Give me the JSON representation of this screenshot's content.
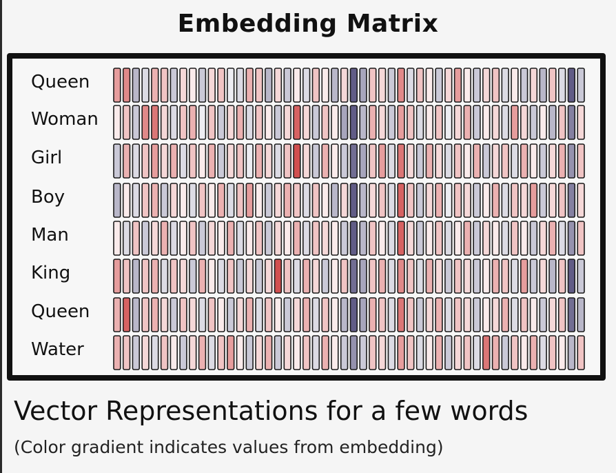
{
  "title": "Embedding Matrix",
  "words": [
    "Queen",
    "Woman",
    "Girl",
    "Boy",
    "Man",
    "King",
    "Queen",
    "Water"
  ],
  "subtitle": "Vector Representations for a few words",
  "caption": "(Color gradient indicates values from embedding)",
  "colors": {
    "negative": "#4f4a78",
    "neutral": "#ffffff",
    "positive": "#cc3b3b",
    "cell_outline": "#1a1a1a",
    "frame": "#111111"
  },
  "matrix": {
    "columns": 50,
    "values": [
      [
        0.5,
        0.6,
        -0.4,
        -0.2,
        0.4,
        0.3,
        -0.3,
        0.2,
        0.1,
        -0.3,
        0.2,
        0.3,
        -0.1,
        -0.2,
        0.4,
        0.3,
        -0.4,
        0.2,
        -0.3,
        0.1,
        -0.2,
        0.3,
        0.1,
        -0.4,
        0.2,
        -0.9,
        -0.5,
        0.3,
        0.2,
        -0.3,
        0.6,
        -0.2,
        0.3,
        0.1,
        -0.3,
        0.2,
        0.5,
        0.1,
        -0.3,
        0.2,
        0.3,
        -0.2,
        0.1,
        -0.3,
        0.2,
        -0.4,
        0.3,
        -0.2,
        -0.9,
        -0.3
      ],
      [
        0.1,
        0.3,
        -0.3,
        0.6,
        0.7,
        0.2,
        -0.2,
        0.3,
        0.4,
        -0.1,
        0.3,
        -0.3,
        0.2,
        0.4,
        -0.2,
        0.3,
        0.1,
        -0.3,
        0.2,
        0.8,
        0.2,
        -0.3,
        0.3,
        0.1,
        -0.5,
        -0.9,
        -0.4,
        0.4,
        0.2,
        -0.3,
        0.5,
        0.3,
        -0.2,
        0.1,
        0.3,
        -0.1,
        0.2,
        0.4,
        -0.3,
        0.1,
        0.2,
        -0.2,
        0.5,
        0.2,
        -0.3,
        0.1,
        -0.4,
        0.3,
        -0.7,
        0.2
      ],
      [
        -0.3,
        0.4,
        -0.2,
        0.3,
        0.5,
        0.2,
        0.4,
        -0.2,
        0.3,
        0.1,
        0.4,
        -0.3,
        0.2,
        0.3,
        -0.1,
        0.4,
        0.2,
        -0.2,
        0.3,
        0.9,
        0.2,
        -0.3,
        0.4,
        0.1,
        -0.3,
        -0.8,
        -0.5,
        0.3,
        0.5,
        -0.2,
        0.7,
        0.2,
        -0.3,
        0.4,
        0.2,
        -0.2,
        0.3,
        0.1,
        0.4,
        -0.3,
        0.2,
        0.3,
        -0.2,
        0.4,
        0.1,
        -0.3,
        0.2,
        0.4,
        -0.6,
        0.3
      ],
      [
        -0.4,
        0.1,
        -0.2,
        0.3,
        0.4,
        -0.3,
        0.2,
        0.1,
        -0.2,
        0.3,
        0.1,
        0.4,
        -0.2,
        0.3,
        0.5,
        0.1,
        -0.3,
        0.2,
        0.4,
        0.3,
        -0.2,
        0.3,
        0.1,
        -0.4,
        0.2,
        -0.9,
        -0.4,
        0.2,
        0.3,
        -0.2,
        0.8,
        0.3,
        -0.3,
        0.2,
        0.4,
        -0.1,
        0.3,
        0.2,
        -0.3,
        0.1,
        0.4,
        -0.2,
        0.3,
        0.2,
        0.5,
        -0.3,
        0.2,
        0.3,
        -0.7,
        0.2
      ],
      [
        0.1,
        -0.2,
        0.3,
        -0.3,
        0.2,
        0.4,
        -0.2,
        0.1,
        0.3,
        -0.3,
        0.2,
        0.1,
        0.4,
        -0.2,
        0.1,
        0.3,
        -0.3,
        0.2,
        0.1,
        0.4,
        -0.2,
        0.3,
        0.2,
        0.1,
        -0.3,
        -0.9,
        -0.4,
        0.3,
        0.1,
        -0.2,
        0.8,
        0.2,
        -0.3,
        0.1,
        0.3,
        -0.2,
        0.1,
        0.4,
        -0.3,
        0.2,
        0.1,
        -0.2,
        0.3,
        0.1,
        -0.3,
        0.2,
        0.4,
        -0.2,
        -0.6,
        0.3
      ],
      [
        0.5,
        0.3,
        -0.4,
        0.3,
        0.4,
        -0.2,
        0.3,
        0.2,
        -0.3,
        0.4,
        0.1,
        -0.2,
        0.3,
        -0.3,
        0.2,
        -0.3,
        0.2,
        0.9,
        0.3,
        -0.2,
        0.4,
        0.2,
        -0.3,
        0.1,
        0.3,
        -0.8,
        -0.5,
        0.3,
        0.4,
        -0.2,
        0.6,
        0.3,
        -0.2,
        0.4,
        0.2,
        -0.3,
        0.3,
        0.2,
        -0.3,
        0.1,
        0.4,
        0.3,
        -0.2,
        0.5,
        -0.3,
        0.2,
        -0.4,
        0.3,
        -0.9,
        -0.3
      ],
      [
        0.4,
        0.8,
        -0.4,
        0.3,
        0.4,
        0.2,
        -0.3,
        0.3,
        0.2,
        -0.2,
        0.3,
        0.1,
        -0.3,
        0.2,
        0.4,
        -0.2,
        0.3,
        0.1,
        -0.3,
        0.2,
        0.4,
        -0.2,
        0.3,
        0.1,
        -0.4,
        -0.9,
        -0.5,
        0.4,
        0.3,
        -0.2,
        0.7,
        0.3,
        -0.3,
        0.2,
        0.4,
        -0.2,
        0.3,
        0.2,
        -0.3,
        0.1,
        0.2,
        0.4,
        -0.2,
        0.3,
        0.1,
        -0.3,
        0.2,
        0.3,
        -0.8,
        -0.4
      ],
      [
        0.4,
        0.3,
        -0.3,
        0.2,
        -0.2,
        0.3,
        0.1,
        -0.3,
        0.2,
        0.4,
        -0.2,
        0.3,
        0.5,
        0.1,
        -0.3,
        0.2,
        0.4,
        -0.3,
        0.2,
        0.1,
        0.3,
        -0.2,
        0.4,
        0.1,
        -0.3,
        -0.6,
        -0.3,
        0.3,
        0.2,
        -0.2,
        0.5,
        0.3,
        -0.2,
        0.1,
        0.4,
        -0.3,
        0.2,
        0.3,
        -0.2,
        0.7,
        0.4,
        -0.3,
        0.3,
        0.1,
        0.4,
        -0.2,
        0.3,
        0.1,
        -0.4,
        0.3
      ]
    ]
  }
}
